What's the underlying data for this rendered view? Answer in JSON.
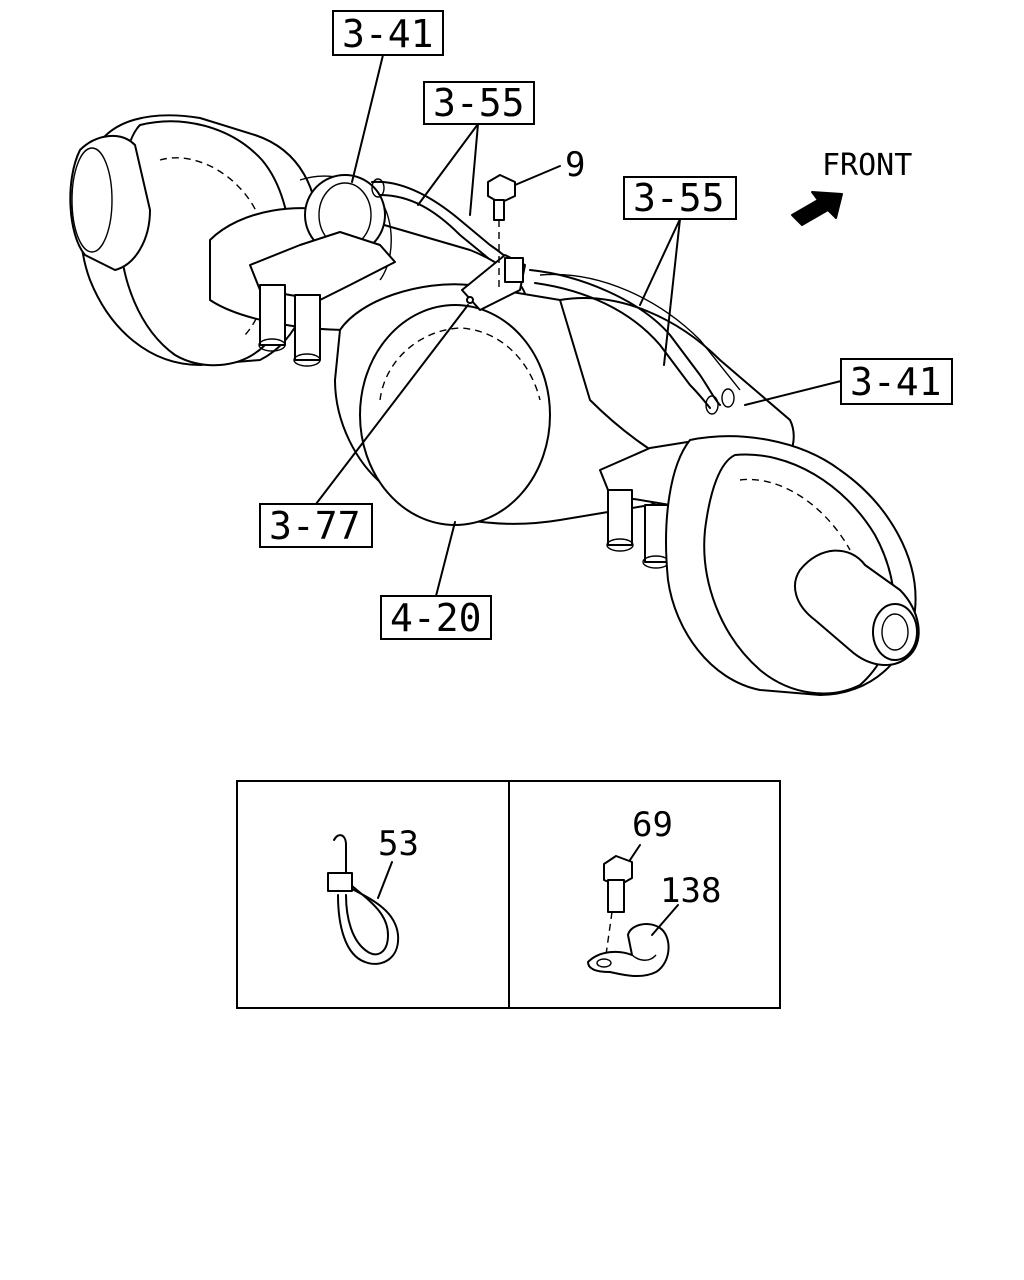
{
  "callouts": {
    "ref_3_41_top": "3-41",
    "ref_3_55_left": "3-55",
    "ref_3_55_right": "3-55",
    "ref_3_41_right": "3-41",
    "ref_3_77": "3-77",
    "ref_4_20": "4-20"
  },
  "parts": {
    "bolt_top": "9",
    "cable_tie": "53",
    "bolt_inset": "69",
    "clip": "138"
  },
  "direction": {
    "label": "FRONT"
  }
}
